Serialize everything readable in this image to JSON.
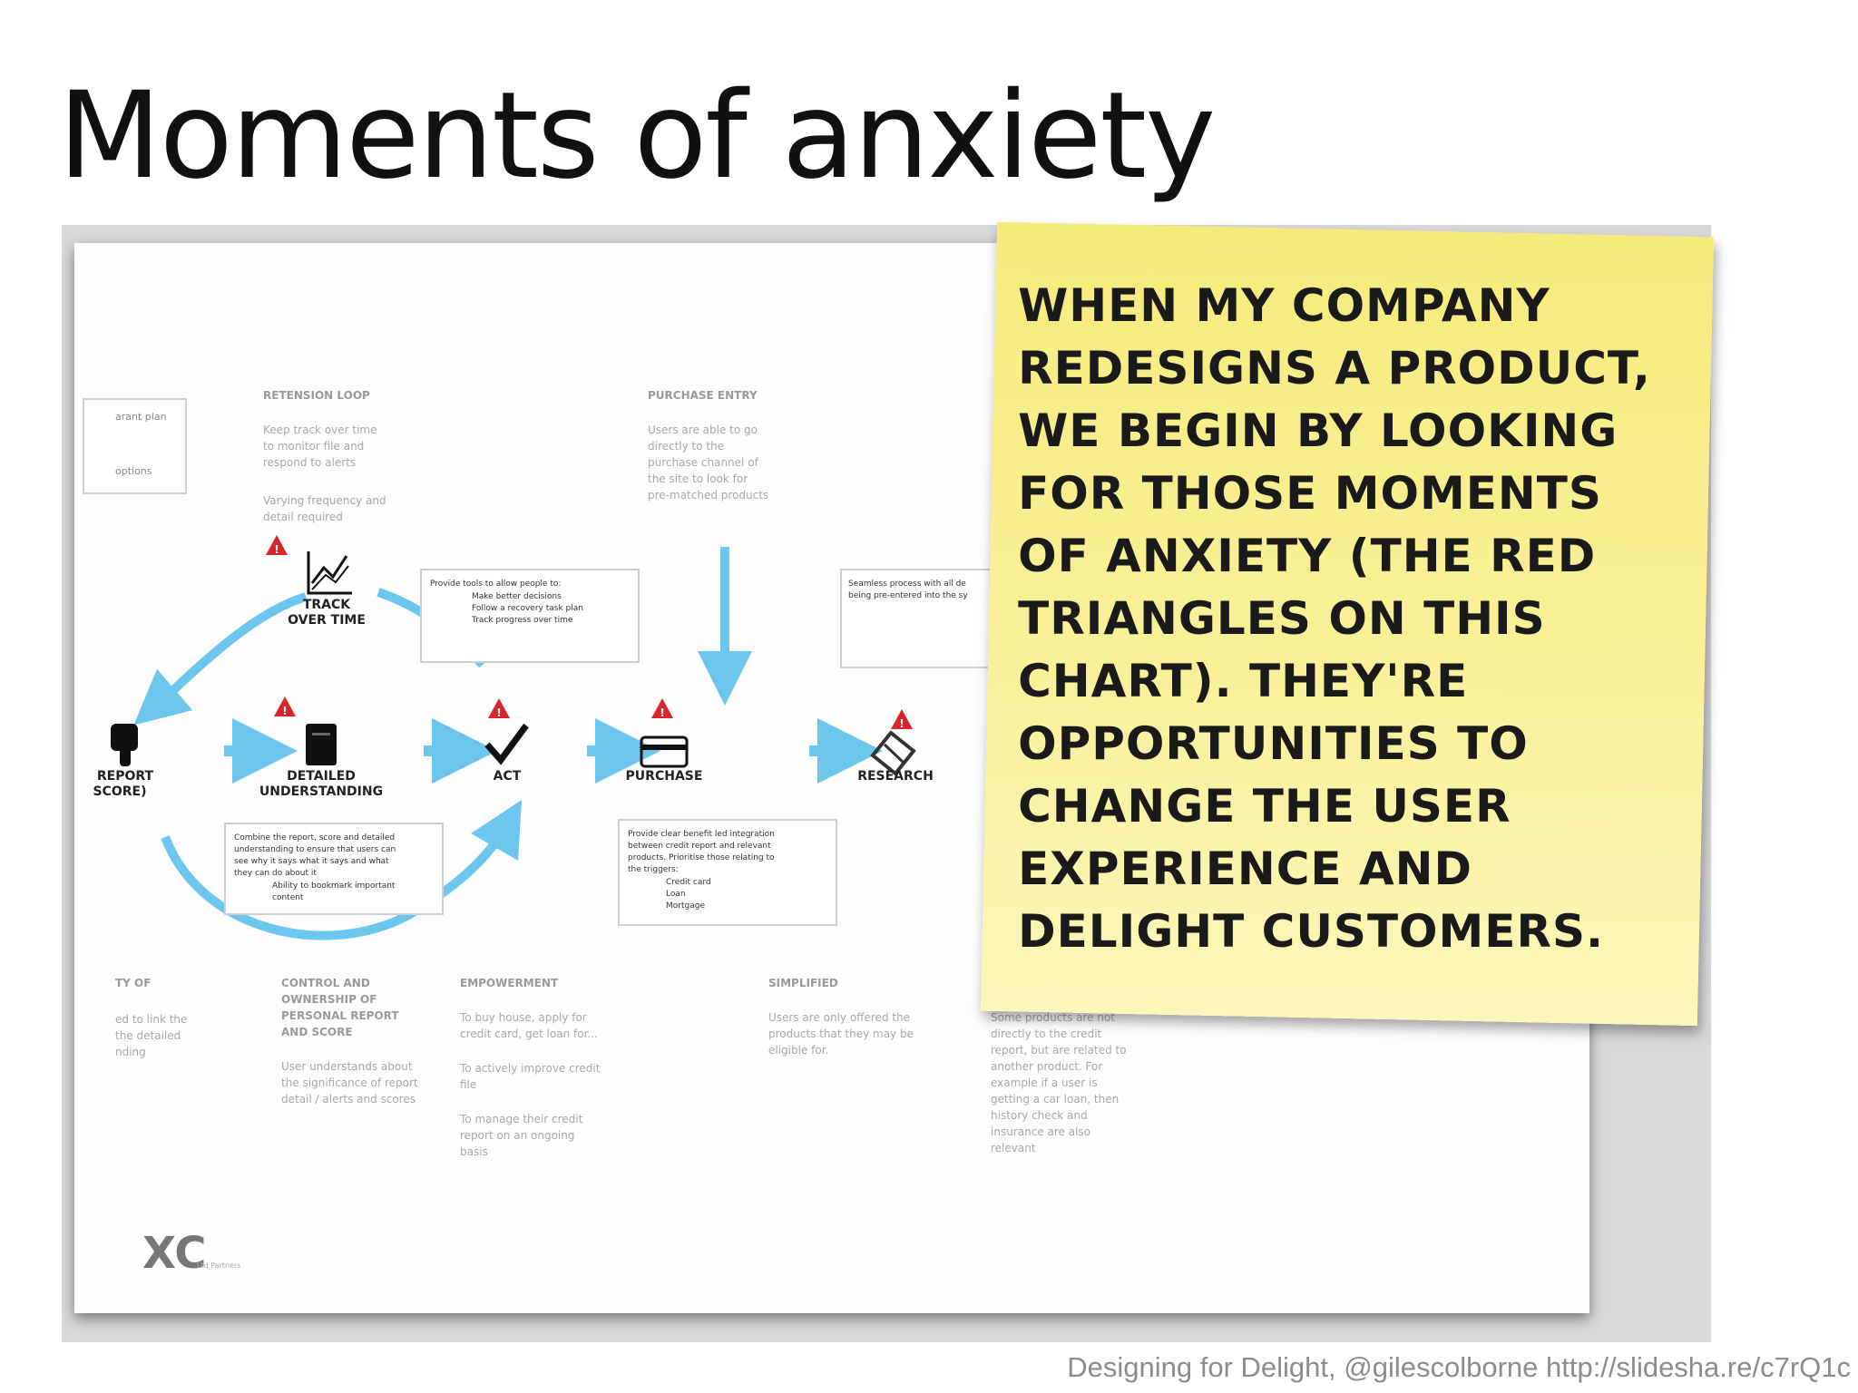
{
  "slide": {
    "title": "Moments of anxiety",
    "credit": "Designing for Delight, @gilescolborne http://slidesha.re/c7rQ1c"
  },
  "sticky_note": {
    "text": "When my company redesigns a product, we begin by looking for those moments of anxiety (the red triangles on this chart). They're opportunities to change the user experience and delight customers."
  },
  "colors": {
    "arrow": "#6cc6ee",
    "warning": "#d8242a",
    "note": "#f7ef8e"
  },
  "diagram": {
    "sections": {
      "retension": {
        "heading": "RETENSION LOOP",
        "body": [
          "Keep track over time",
          "to monitor file and",
          "respond to alerts",
          "Varying frequency and",
          "detail required"
        ]
      },
      "purchase_entry": {
        "heading": "PURCHASE ENTRY",
        "body": [
          "Users are able to go",
          "directly to the",
          "purchase channel of",
          "the site to look for",
          "pre-matched products"
        ]
      }
    },
    "stages": {
      "report": {
        "line1": "REPORT",
        "line2": "SCORE)"
      },
      "detailed": {
        "line1": "DETAILED",
        "line2": "UNDERSTANDING"
      },
      "act": {
        "line1": "ACT"
      },
      "purchase": {
        "line1": "PURCHASE"
      },
      "research": {
        "line1": "RESEARCH"
      },
      "track": {
        "line1": "TRACK",
        "line2": "OVER TIME"
      }
    },
    "callouts": {
      "left_side": [
        "arant plan",
        "options"
      ],
      "tools": [
        "Provide tools to allow people to:",
        "Make better decisions",
        "Follow a recovery task plan",
        "Track progress over time"
      ],
      "seamless": [
        "Seamless process with all de",
        "being pre-entered into the sy"
      ],
      "combine": [
        "Combine the report, score and detailed",
        "understanding to ensure that users can",
        "see why it says what it says and what",
        "they can do about it",
        "Ability to bookmark important",
        "content"
      ],
      "benefit": [
        "Provide clear benefit led integration",
        "between credit report and relevant",
        "products. Prioritise those relating to",
        "the triggers:",
        "Credit card",
        "Loan",
        "Mortgage"
      ]
    },
    "columns": {
      "c0": {
        "heading": "TY OF",
        "body": [
          "ed to link the",
          "the detailed",
          "nding"
        ]
      },
      "c1": {
        "heading": [
          "CONTROL AND",
          "OWNERSHIP OF",
          "PERSONAL REPORT",
          "AND SCORE"
        ],
        "body": [
          "User understands about",
          "the significance of report",
          "detail / alerts and scores"
        ]
      },
      "c2": {
        "heading": "EMPOWERMENT",
        "body": [
          "To buy house, apply for",
          "credit card, get loan for...",
          "To actively improve credit",
          "file",
          "To manage their credit",
          "report on an ongoing",
          "basis"
        ]
      },
      "c3": {
        "heading": "SIMPLIFIED",
        "body": [
          "Users are only offered the",
          "products that they may be",
          "eligible for."
        ]
      },
      "c4": {
        "body": [
          "Some products are not",
          "directly to the credit",
          "report, but are related to",
          "another product. For",
          "example if a user is",
          "getting a car loan, then",
          "history check and",
          "insurance are also",
          "relevant"
        ]
      }
    },
    "logo": {
      "mark": "XC",
      "sub": "Ltd Partners"
    }
  }
}
